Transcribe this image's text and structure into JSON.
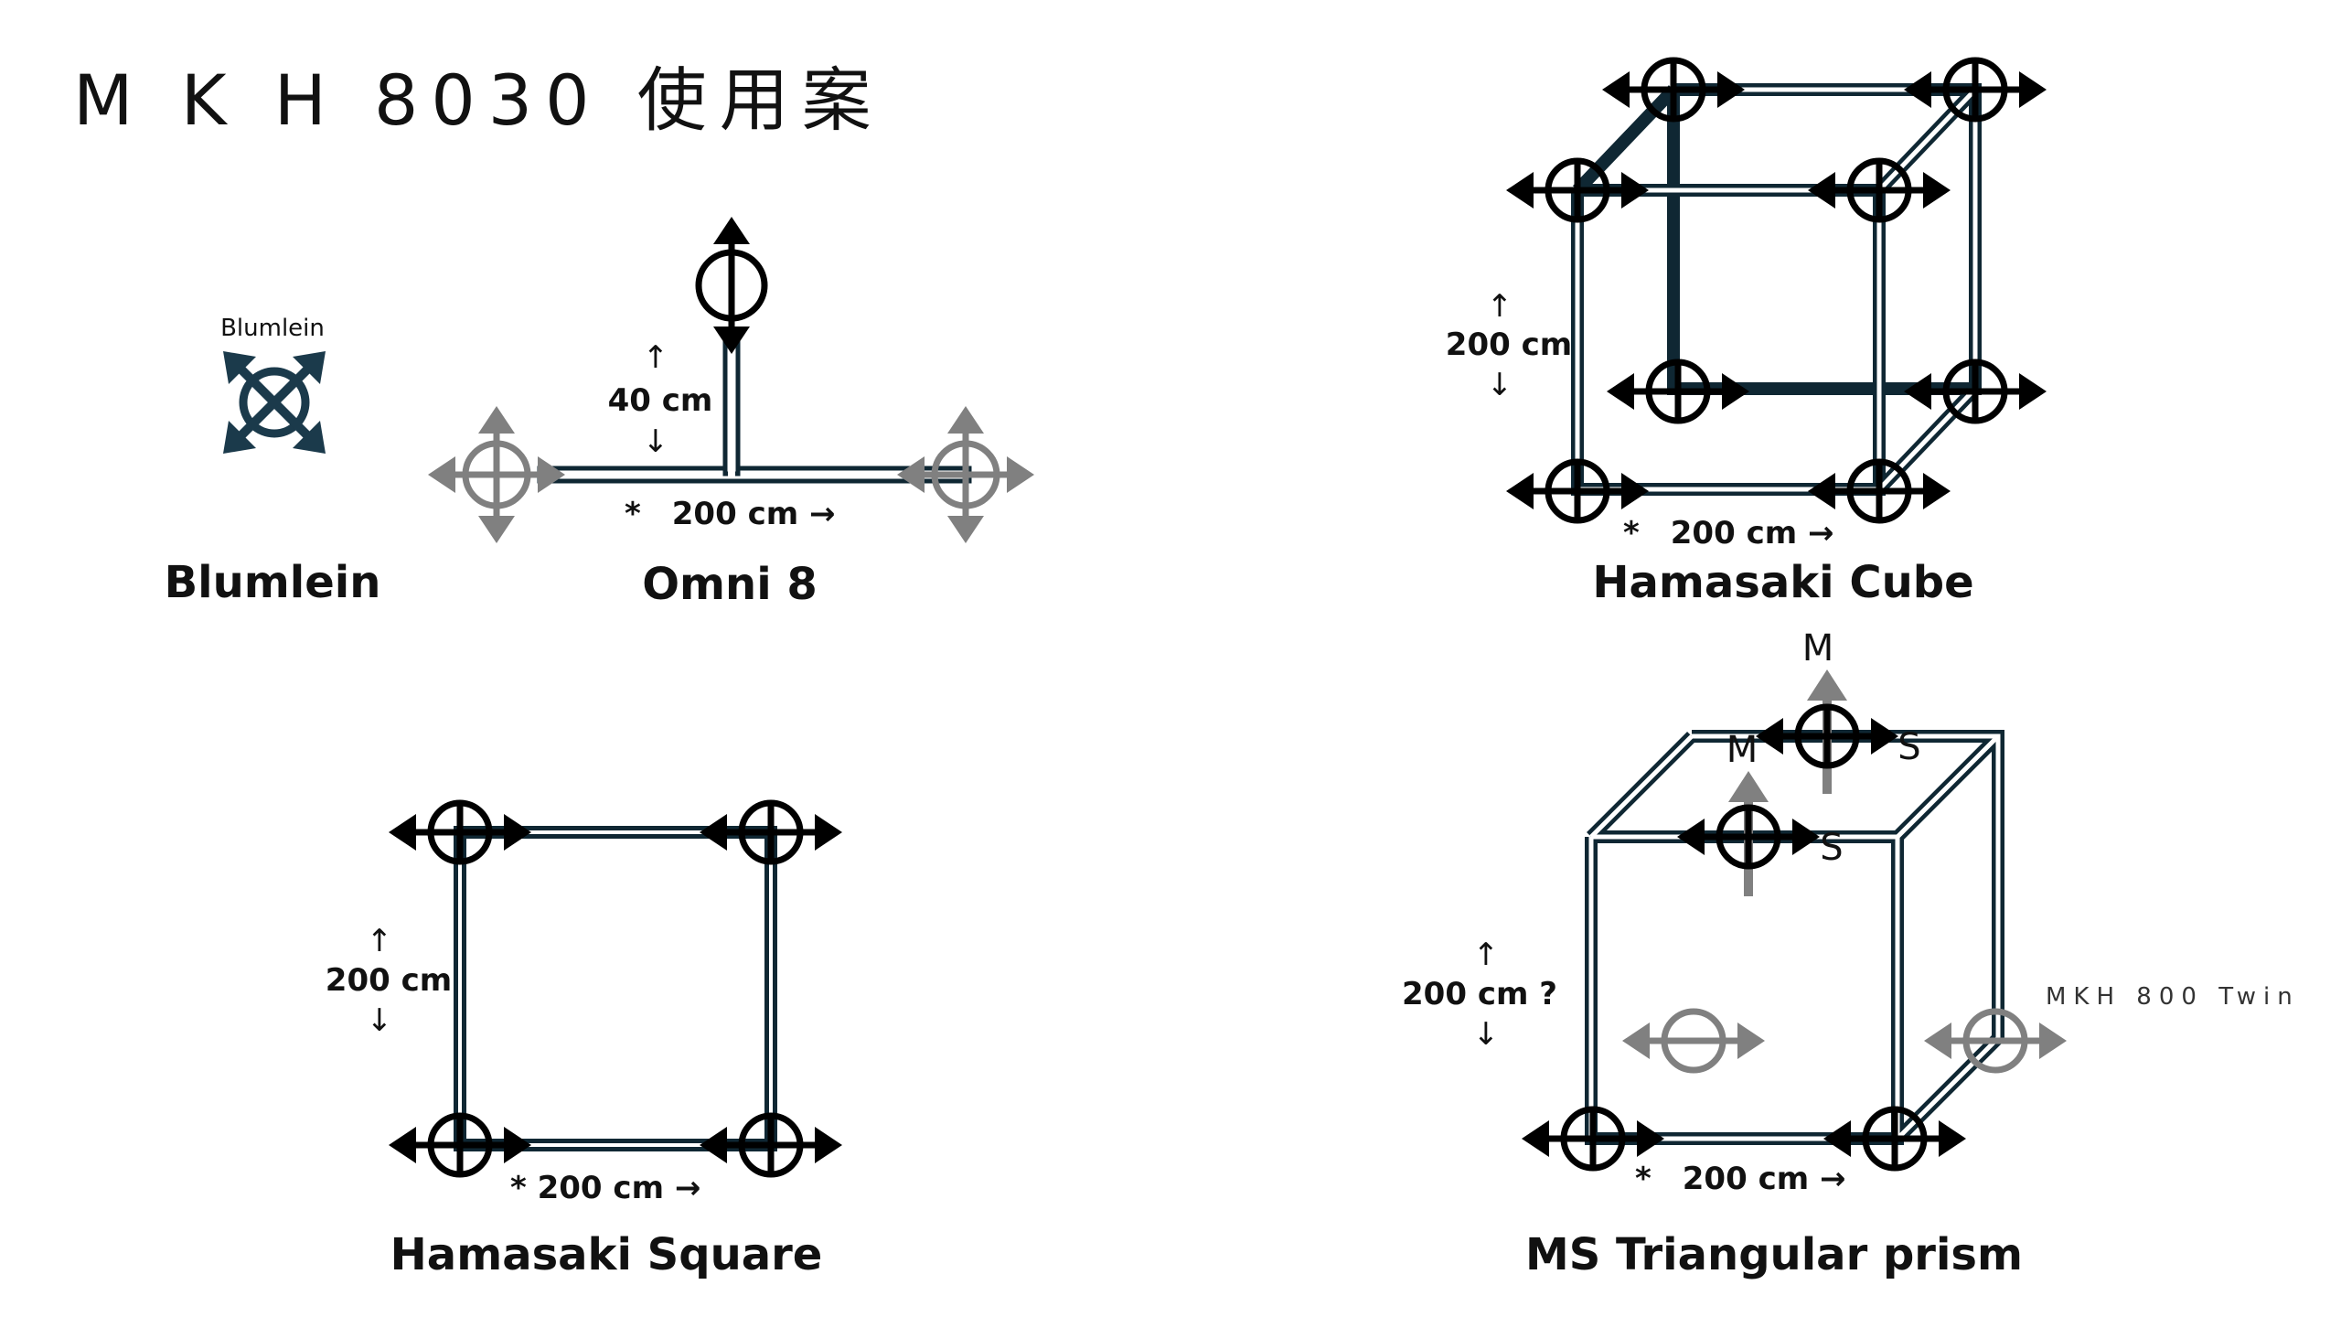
{
  "slide": {
    "title": "M K H 8030 使用案"
  },
  "labels": {
    "blumlein_small": "Blumlein",
    "blumlein_name": "Blumlein",
    "omni8_name": "Omni 8",
    "omni8_dim_v": "40 cm",
    "omni8_dim_h": "*　200 cm →",
    "cube_name": "Hamasaki Cube",
    "cube_dim_v": "200 cm",
    "cube_dim_h": "*　200 cm →",
    "square_name": "Hamasaki Square",
    "square_dim_v": "200 cm",
    "square_dim_h": "* 200 cm →",
    "prism_name": "MS Triangular prism",
    "prism_dim_v": "200 cm ?",
    "prism_dim_h": "*　200 cm →",
    "prism_twin": "MKH 800 Twin",
    "m_top": "M",
    "m_back": "M",
    "s_back": "S",
    "s_front": "S",
    "arrow_up": "↑",
    "arrow_down": "↓"
  },
  "colors": {
    "frame_stroke": "#0f2733",
    "frame_fill": "#ffffff",
    "mic_black": "#000000",
    "mic_gray": "#808080",
    "blumlein_fill": "#1b3a4b"
  },
  "icons": {
    "mic_figure8": "figure-8-microphone-icon",
    "mic_omni": "omni-microphone-icon",
    "mic_ms_twin": "ms-twin-microphone-icon"
  }
}
